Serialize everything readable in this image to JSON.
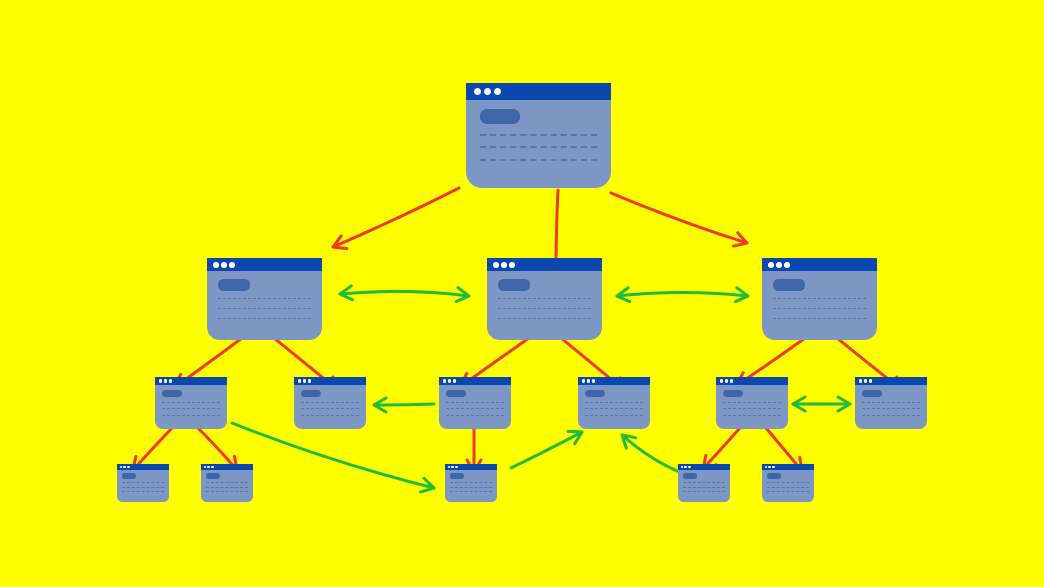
{
  "colors": {
    "background": "#ffff00",
    "page_body": "#7d97c4",
    "page_titlebar": "#0a48b0",
    "page_button": "#3f66a8",
    "page_lines": "#5675ad",
    "hierarchy_arrow": "#ee3a28",
    "cross_link_arrow": "#22bb3a"
  },
  "diagram": {
    "nodes": [
      {
        "id": "root",
        "level": 0
      },
      {
        "id": "l1-left",
        "level": 1
      },
      {
        "id": "l1-mid",
        "level": 1
      },
      {
        "id": "l1-right",
        "level": 1
      },
      {
        "id": "l2-a",
        "level": 2
      },
      {
        "id": "l2-b",
        "level": 2
      },
      {
        "id": "l2-c",
        "level": 2
      },
      {
        "id": "l2-d",
        "level": 2
      },
      {
        "id": "l2-e",
        "level": 2
      },
      {
        "id": "l2-f",
        "level": 2
      },
      {
        "id": "l3-a",
        "level": 3
      },
      {
        "id": "l3-b",
        "level": 3
      },
      {
        "id": "l3-c",
        "level": 3
      },
      {
        "id": "l3-d",
        "level": 3
      },
      {
        "id": "l3-e",
        "level": 3
      }
    ],
    "hierarchy_links": [
      {
        "from": "root",
        "to": "l1-left"
      },
      {
        "from": "root",
        "to": "l1-mid"
      },
      {
        "from": "root",
        "to": "l1-right"
      },
      {
        "from": "l1-left",
        "to": "l2-a"
      },
      {
        "from": "l1-left",
        "to": "l2-b"
      },
      {
        "from": "l1-mid",
        "to": "l2-c"
      },
      {
        "from": "l1-mid",
        "to": "l2-d"
      },
      {
        "from": "l1-right",
        "to": "l2-e"
      },
      {
        "from": "l1-right",
        "to": "l2-f"
      },
      {
        "from": "l2-a",
        "to": "l3-a"
      },
      {
        "from": "l2-a",
        "to": "l3-b"
      },
      {
        "from": "l2-c",
        "to": "l3-c"
      },
      {
        "from": "l2-e",
        "to": "l3-d"
      },
      {
        "from": "l2-e",
        "to": "l3-e"
      }
    ],
    "cross_links": [
      {
        "from": "l1-left",
        "to": "l1-mid",
        "direction": "both"
      },
      {
        "from": "l1-mid",
        "to": "l1-right",
        "direction": "both"
      },
      {
        "from": "l2-c",
        "to": "l2-b",
        "direction": "forward"
      },
      {
        "from": "l2-e",
        "to": "l2-f",
        "direction": "both"
      },
      {
        "from": "l2-a",
        "to": "l3-c",
        "direction": "forward"
      },
      {
        "from": "l3-c",
        "to": "l2-d",
        "direction": "forward"
      },
      {
        "from": "l3-d",
        "to": "l2-d",
        "direction": "forward"
      }
    ]
  }
}
